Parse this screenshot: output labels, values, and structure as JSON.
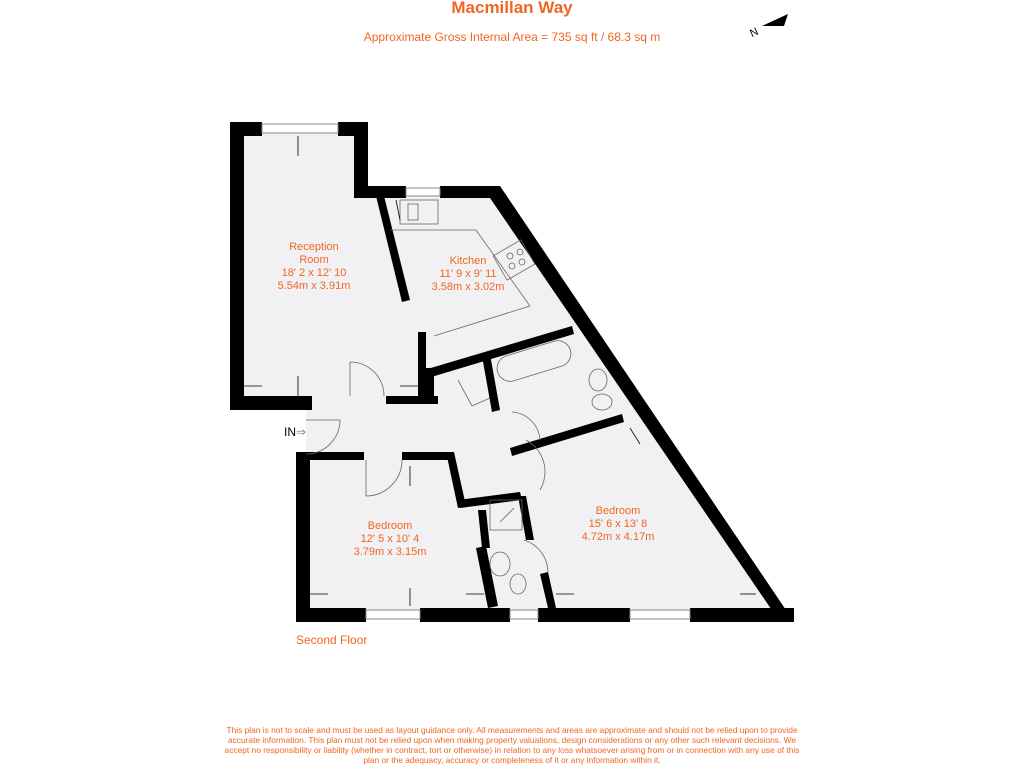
{
  "header": {
    "title": "Macmillan Way",
    "subtitle": "Approximate Gross Internal Area = 735 sq ft / 68.3 sq m"
  },
  "compass": {
    "label": "N",
    "icon": "north-arrow-icon"
  },
  "rooms": [
    {
      "name": "Reception Room",
      "line1": "Reception",
      "line2": "Room",
      "imperial": "18' 2 x 12' 10",
      "metric": "5.54m x 3.91m"
    },
    {
      "name": "Kitchen",
      "line1": "Kitchen",
      "imperial": "11' 9 x 9' 11",
      "metric": "3.58m x 3.02m"
    },
    {
      "name": "Bedroom",
      "line1": "Bedroom",
      "imperial": "12' 5 x 10' 4",
      "metric": "3.79m x 3.15m"
    },
    {
      "name": "Bedroom",
      "line1": "Bedroom",
      "imperial": "15' 6 x 13' 8",
      "metric": "4.72m x 4.17m"
    }
  ],
  "entrance_label": "IN",
  "floor_label": "Second Floor",
  "disclaimer": "This plan is not to scale and must be used as layout guidance only. All measurements and areas are approximate and should not be relied upon to provide accurate information. This plan must not be relied upon when making property valuations, design considerations or any other such relevant decisions. We accept no responsibility or liability (whether in contract, tort or otherwise) in relation to any loss whatsoever arising from or in connection with any use of this plan or the adequacy, accuracy or completeness of it or any information within it.",
  "colors": {
    "accent": "#f26522",
    "wall": "#000000",
    "floor": "#f1f1f3"
  }
}
